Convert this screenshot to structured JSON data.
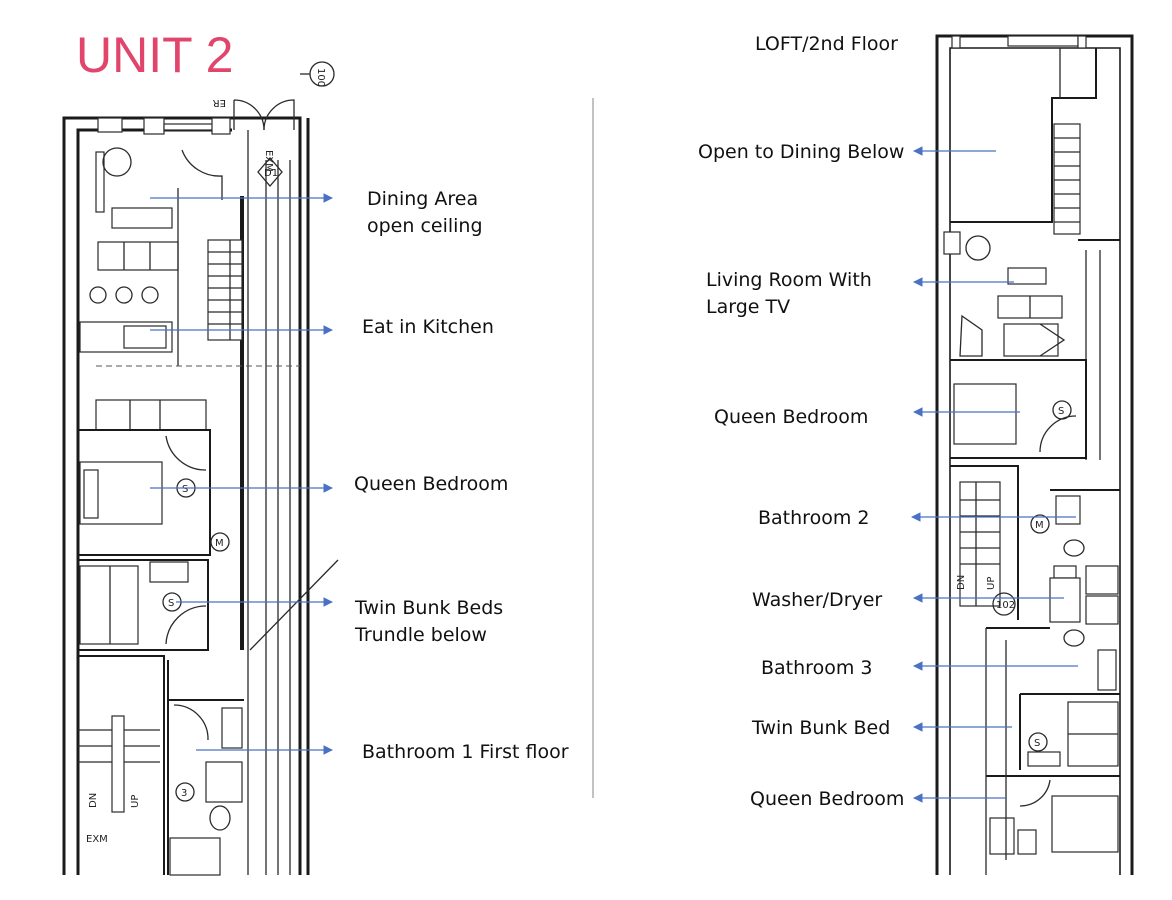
{
  "title": "UNIT 2",
  "accent_color": "#e2456b",
  "arrow_color": "#4a72c4",
  "left_plan": {
    "labels": [
      {
        "text": "Dining Area",
        "text2": "open ceiling"
      },
      {
        "text": "Eat in Kitchen"
      },
      {
        "text": "Queen Bedroom"
      },
      {
        "text": "Twin Bunk Beds",
        "text2": "Trundle below"
      },
      {
        "text": "Bathroom 1 First floor"
      }
    ],
    "marks": {
      "door_tag": "100",
      "er": "ER",
      "exm": "EXM",
      "d1": "D1",
      "s": "S",
      "m": "M",
      "dn": "DN",
      "up": "UP",
      "num3": "3"
    }
  },
  "right_plan": {
    "heading": "LOFT/2nd Floor",
    "labels": [
      {
        "text": "Open to Dining Below"
      },
      {
        "text": "Living Room With",
        "text2": "Large TV"
      },
      {
        "text": "Queen Bedroom"
      },
      {
        "text": "Bathroom 2"
      },
      {
        "text": "Washer/Dryer"
      },
      {
        "text": "Bathroom 3"
      },
      {
        "text": "Twin Bunk Bed"
      },
      {
        "text": "Queen Bedroom"
      }
    ],
    "marks": {
      "s": "S",
      "m": "M",
      "dn": "DN",
      "up": "UP",
      "num102": "102"
    }
  }
}
